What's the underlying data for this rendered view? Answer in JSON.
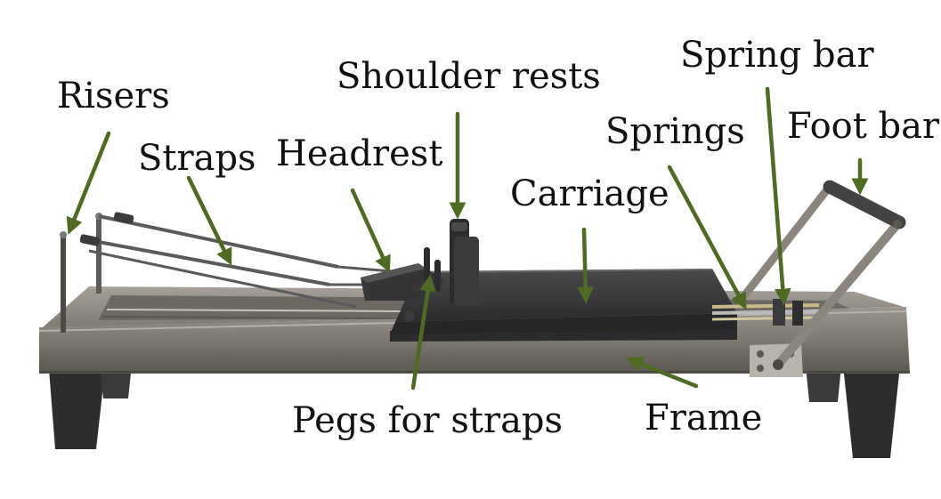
{
  "diagram": {
    "labels": {
      "risers": "Risers",
      "straps": "Straps",
      "headrest": "Headrest",
      "shoulder_rests": "Shoulder rests",
      "carriage": "Carriage",
      "springs": "Springs",
      "spring_bar": "Spring bar",
      "foot_bar": "Foot bar",
      "pegs_for_straps": "Pegs for straps",
      "frame": "Frame"
    },
    "colors": {
      "arrow": "#4f6b22",
      "frame": "#7f7a73",
      "frame_dark": "#4a4641",
      "carriage_top": "#3d3d3f",
      "legs": "#2e2e30",
      "strap": "#555555"
    }
  }
}
